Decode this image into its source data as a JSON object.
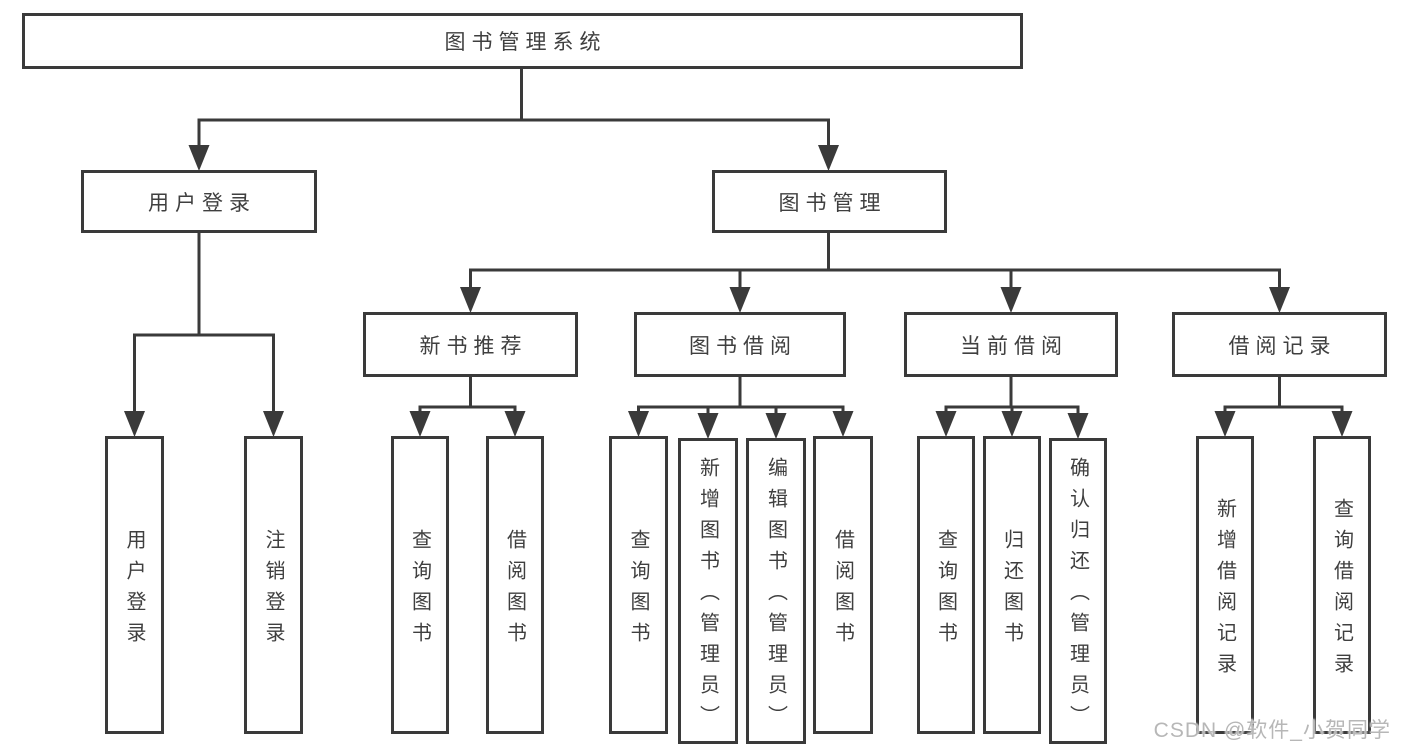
{
  "diagram": {
    "root": {
      "label": "图书管理系统"
    },
    "level2": {
      "user_login": {
        "label": "用户登录"
      },
      "book_mgmt": {
        "label": "图书管理"
      }
    },
    "level3": {
      "new_books": {
        "label": "新书推荐"
      },
      "borrow": {
        "label": "图书借阅"
      },
      "current": {
        "label": "当前借阅"
      },
      "records": {
        "label": "借阅记录"
      }
    },
    "leaves": {
      "user_login": [
        "用户登录",
        "注销登录"
      ],
      "new_books": [
        "查询图书",
        "借阅图书"
      ],
      "borrow": [
        "查询图书",
        "新增图书（管理员）",
        "编辑图书（管理员）",
        "借阅图书"
      ],
      "current": [
        "查询图书",
        "归还图书",
        "确认归还（管理员）"
      ],
      "records": [
        "新增借阅记录",
        "查询借阅记录"
      ]
    },
    "colors": {
      "line": "#3a3a3a",
      "text": "#3f3f3f",
      "background": "#ffffff",
      "watermark": "#b7b7b7"
    }
  },
  "watermark": {
    "text": "CSDN @软件_小贺同学"
  }
}
